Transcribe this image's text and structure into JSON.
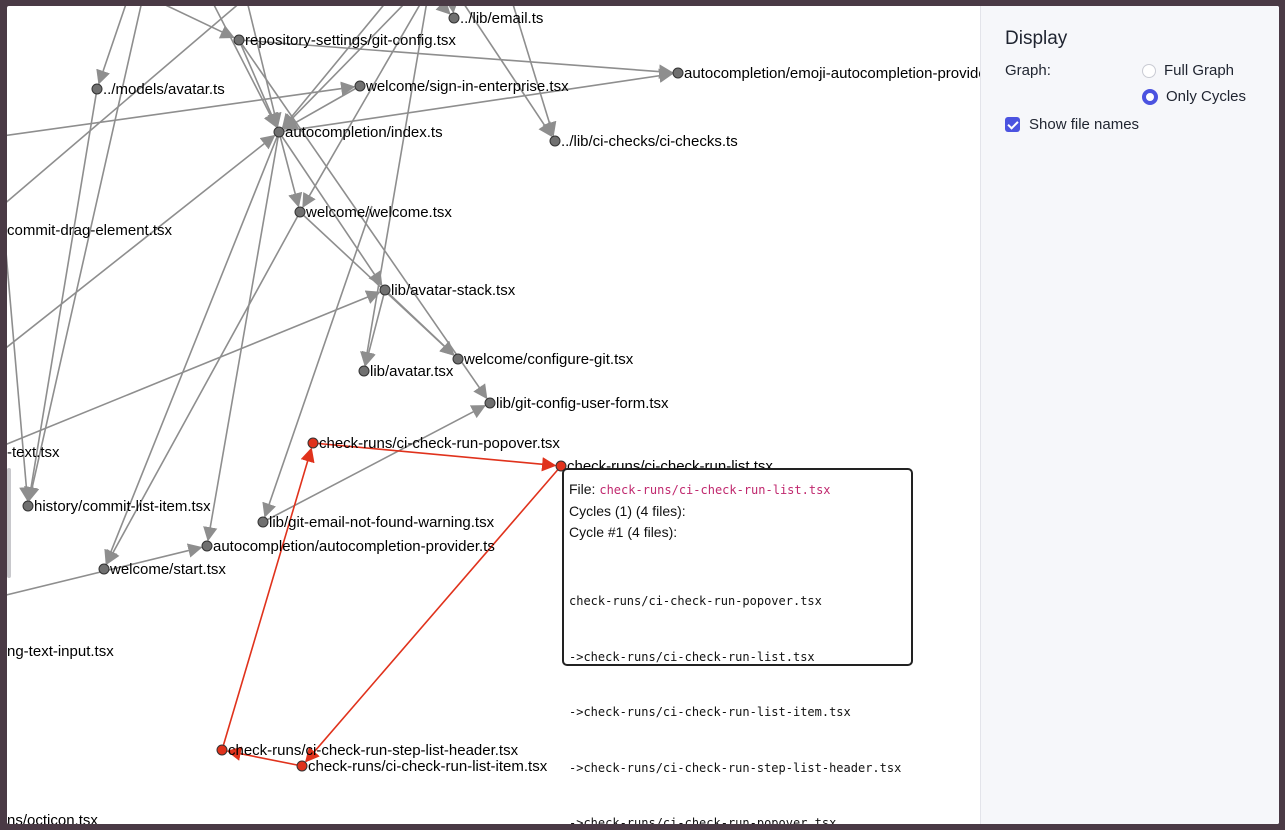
{
  "panel": {
    "title": "Display",
    "graph_label": "Graph:",
    "options": [
      {
        "label": "Full Graph",
        "selected": false
      },
      {
        "label": "Only Cycles",
        "selected": true
      }
    ],
    "show_file_names": {
      "label": "Show file names",
      "checked": true
    }
  },
  "tooltip": {
    "file_prefix": "File: ",
    "file_name": "check-runs/ci-check-run-list.tsx",
    "cycles_line": "Cycles (1) (4 files):",
    "cycle_heading": "Cycle #1 (4 files):",
    "cycle_lines": [
      "check-runs/ci-check-run-popover.tsx",
      "->check-runs/ci-check-run-list.tsx",
      "->check-runs/ci-check-run-list-item.tsx",
      "->check-runs/ci-check-run-step-list-header.tsx",
      "->check-runs/ci-check-run-popover.tsx"
    ]
  },
  "colors": {
    "edge": "#8e8e8e",
    "node": "#707070",
    "cycle": "#e0321c",
    "accent": "#4b53e0"
  },
  "graph": {
    "nodes": [
      {
        "id": "email",
        "label": "../lib/email.ts",
        "cycle": false
      },
      {
        "id": "gitconfig",
        "label": "repository-settings/git-config.tsx",
        "cycle": false
      },
      {
        "id": "avatarmodel",
        "label": "../models/avatar.ts",
        "cycle": false
      },
      {
        "id": "signin",
        "label": "welcome/sign-in-enterprise.tsx",
        "cycle": false
      },
      {
        "id": "emoji",
        "label": "autocompletion/emoji-autocompletion-provider.tsx",
        "cycle": false
      },
      {
        "id": "acindex",
        "label": "autocompletion/index.ts",
        "cycle": false
      },
      {
        "id": "cichecks",
        "label": "../lib/ci-checks/ci-checks.ts",
        "cycle": false
      },
      {
        "id": "commitdrag",
        "label": "commit-drag-element.tsx",
        "cycle": false
      },
      {
        "id": "welcome",
        "label": "welcome/welcome.tsx",
        "cycle": false
      },
      {
        "id": "avatarstack",
        "label": "lib/avatar-stack.tsx",
        "cycle": false
      },
      {
        "id": "configuregit",
        "label": "welcome/configure-git.tsx",
        "cycle": false
      },
      {
        "id": "avatar",
        "label": "lib/avatar.tsx",
        "cycle": false
      },
      {
        "id": "gitform",
        "label": "lib/git-config-user-form.tsx",
        "cycle": false
      },
      {
        "id": "text",
        "label": "-text.tsx",
        "cycle": false
      },
      {
        "id": "popover",
        "label": "check-runs/ci-check-run-popover.tsx",
        "cycle": true
      },
      {
        "id": "list",
        "label": "check-runs/ci-check-run-list.tsx",
        "cycle": true
      },
      {
        "id": "commitlistitem",
        "label": "history/commit-list-item.tsx",
        "cycle": false
      },
      {
        "id": "emailwarn",
        "label": "lib/git-email-not-found-warning.tsx",
        "cycle": false
      },
      {
        "id": "acprovider",
        "label": "autocompletion/autocompletion-provider.ts",
        "cycle": false
      },
      {
        "id": "start",
        "label": "welcome/start.tsx",
        "cycle": false
      },
      {
        "id": "textinput",
        "label": "ng-text-input.tsx",
        "cycle": false
      },
      {
        "id": "stepheader",
        "label": "check-runs/ci-check-run-step-list-header.tsx",
        "cycle": true
      },
      {
        "id": "listitem",
        "label": "check-runs/ci-check-run-list-item.tsx",
        "cycle": true
      },
      {
        "id": "octicon",
        "label": "ns/octicon.tsx",
        "cycle": false
      }
    ]
  }
}
